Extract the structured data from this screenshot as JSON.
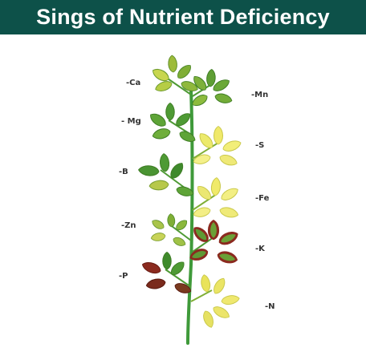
{
  "header": {
    "title": "Sings of Nutrient Deficiency"
  },
  "colors": {
    "header_bg": "#0d5149",
    "stem": "#3f9a3a",
    "healthy_leaf": "#4e9a34",
    "pale_leaf": "#b9c94a",
    "yellow_leaf": "#e9e35a",
    "red_margin": "#8b2a1f"
  },
  "labels": [
    {
      "key": "ca",
      "text": "-Ca"
    },
    {
      "key": "mg",
      "text": "- Mg"
    },
    {
      "key": "b",
      "text": "-B"
    },
    {
      "key": "zn",
      "text": "-Zn"
    },
    {
      "key": "p",
      "text": "-P"
    },
    {
      "key": "mn",
      "text": "-Mn"
    },
    {
      "key": "s",
      "text": "-S"
    },
    {
      "key": "fe",
      "text": "-Fe"
    },
    {
      "key": "k",
      "text": "-K"
    },
    {
      "key": "n",
      "text": "-N"
    }
  ]
}
